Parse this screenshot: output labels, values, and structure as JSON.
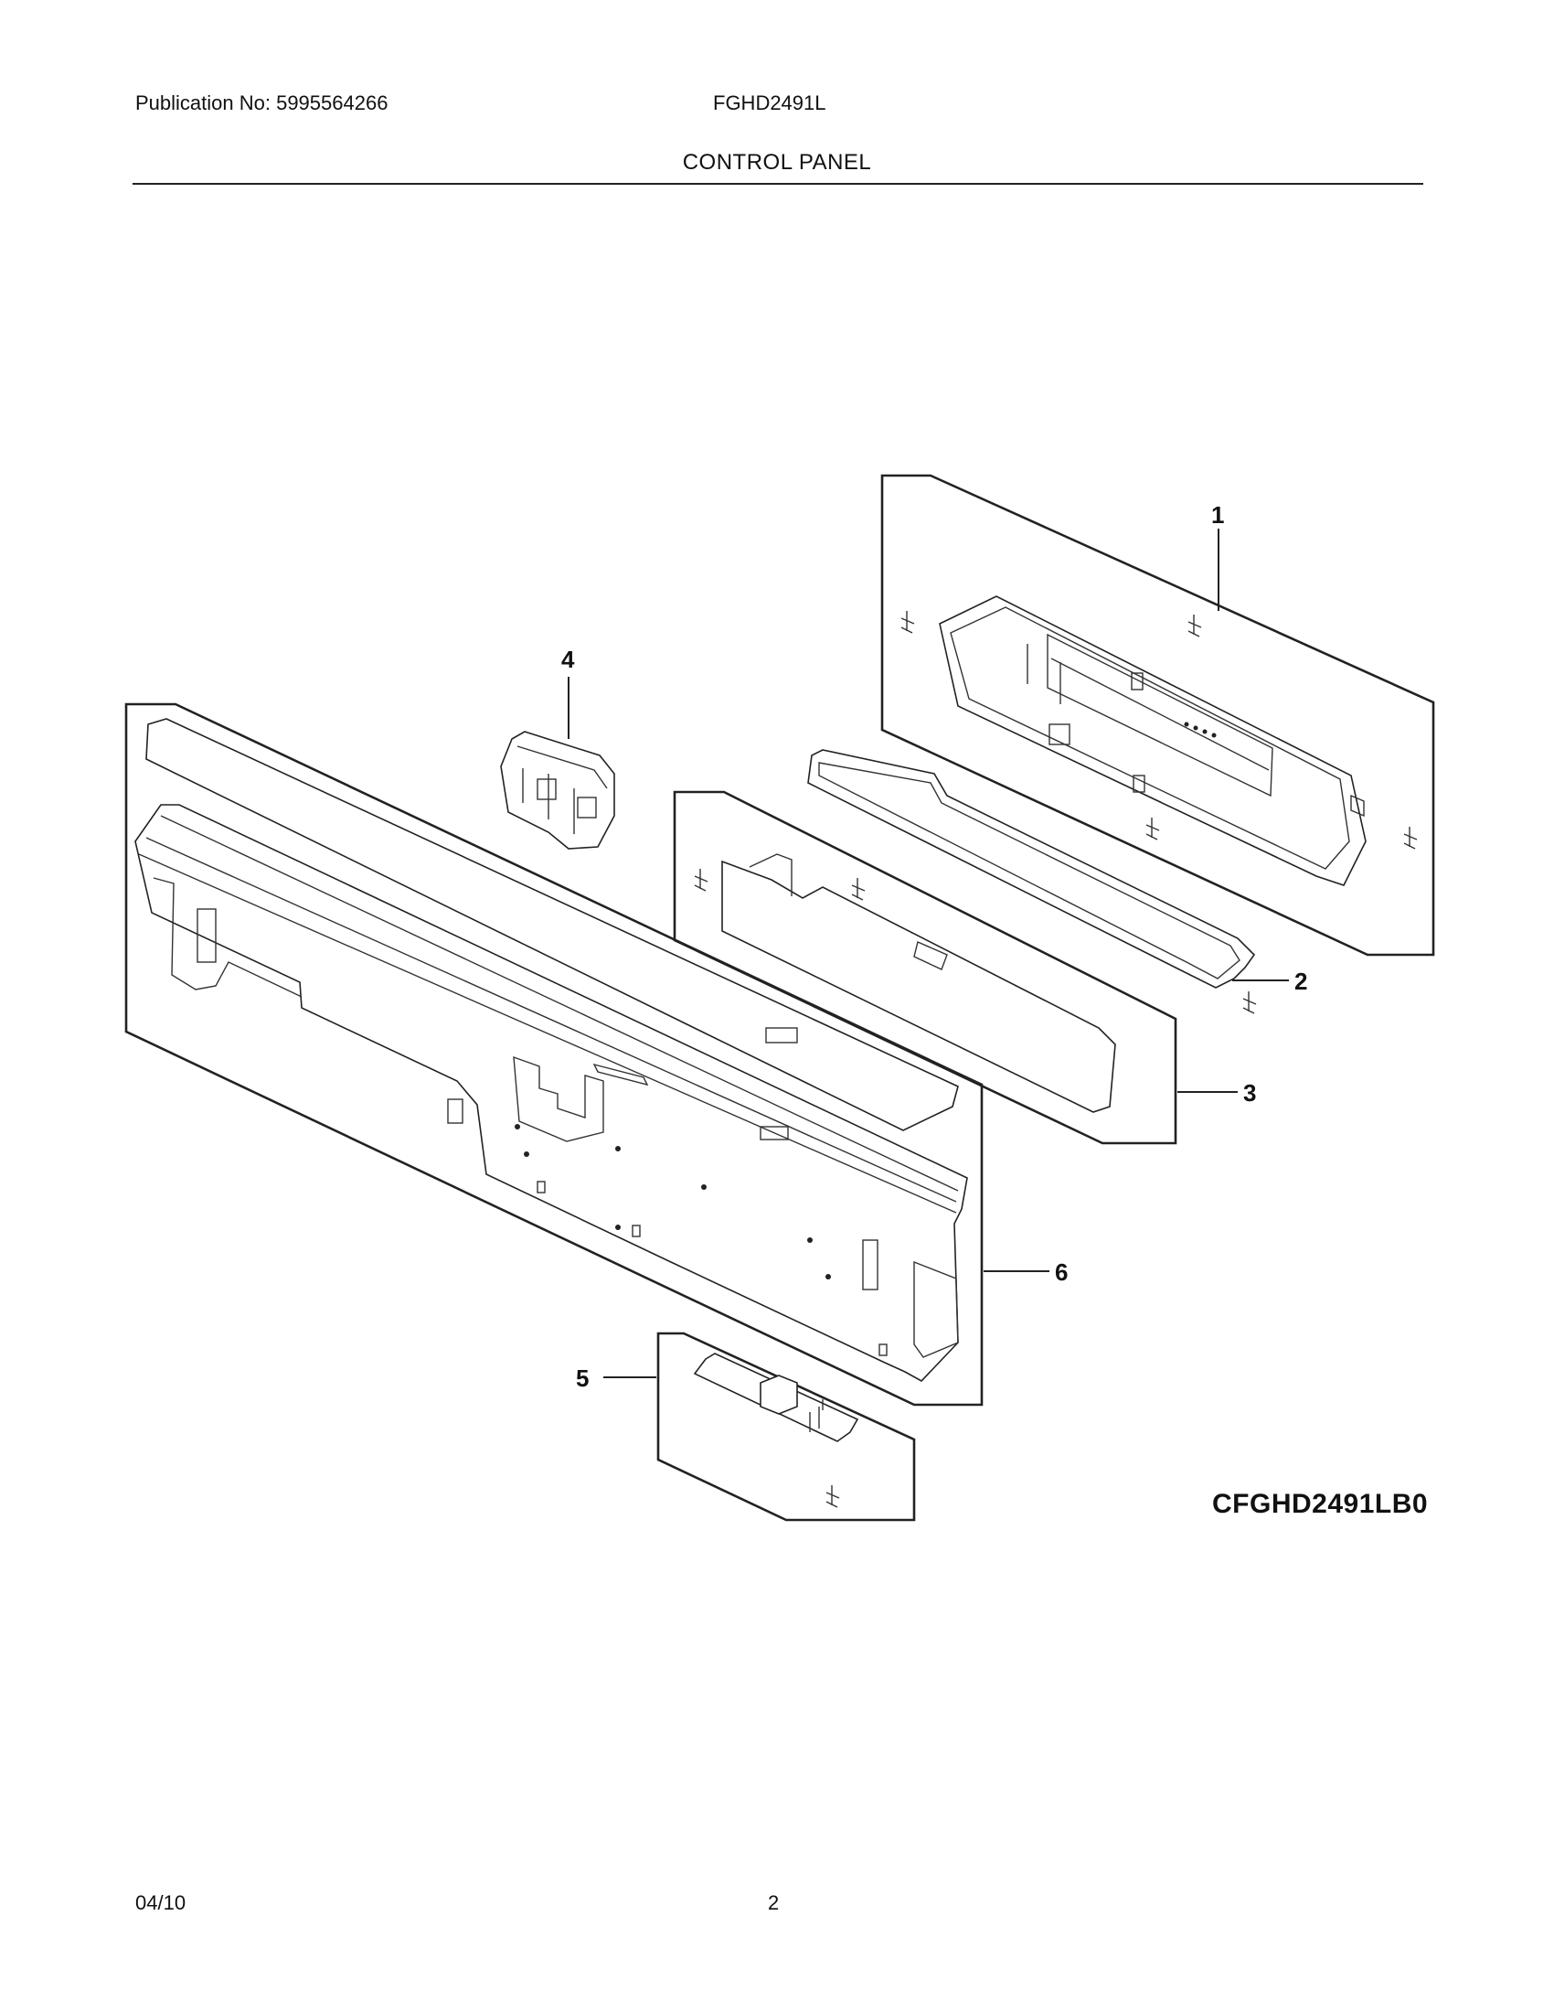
{
  "header": {
    "publication": "Publication No: 5995564266",
    "model": "FGHD2491L",
    "section_title": "CONTROL PANEL"
  },
  "diagram": {
    "callouts": [
      "1",
      "2",
      "3",
      "4",
      "5",
      "6"
    ],
    "diagram_code": "CFGHD2491LB0"
  },
  "footer": {
    "date": "04/10",
    "page_number": "2"
  }
}
